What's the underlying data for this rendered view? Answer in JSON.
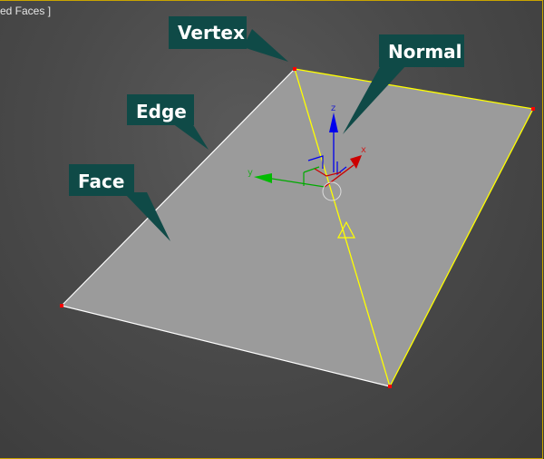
{
  "viewport": {
    "label": "ed Faces ]",
    "frame_color": "#c9a400",
    "background_color": "#4a4a4a"
  },
  "mesh": {
    "face_color": "#9b9b9b",
    "selected_edge_color": "#ffff00",
    "edge_color": "#ffffff",
    "vertex_color": "#ff0000"
  },
  "callouts": {
    "vertex": "Vertex",
    "normal": "Normal",
    "edge": "Edge",
    "face": "Face",
    "box_color": "#0f4a47"
  },
  "gizmo": {
    "x_label": "x",
    "y_label": "y",
    "z_label": "z",
    "x_color": "#cc0000",
    "y_color": "#00aa00",
    "z_color": "#0000ee"
  }
}
